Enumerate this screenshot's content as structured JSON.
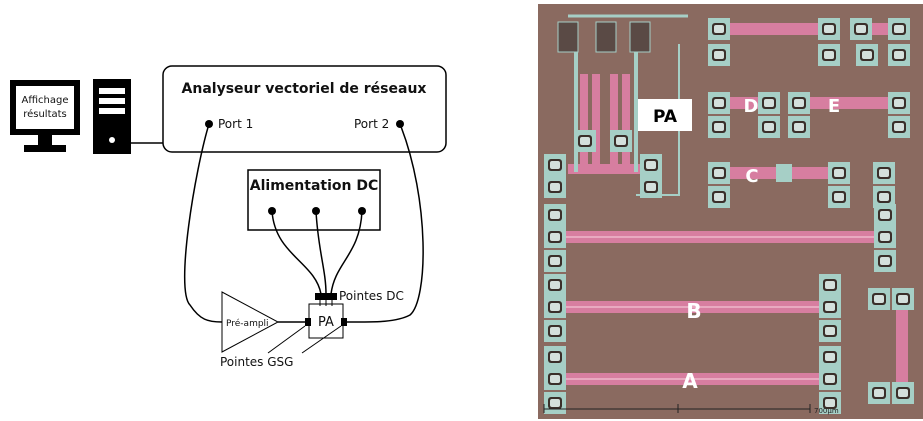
{
  "diagram": {
    "computer": {
      "screen_label": "Affichage résultats"
    },
    "vna": {
      "title": "Analyseur vectoriel de réseaux",
      "port1": "Port 1",
      "port2": "Port 2"
    },
    "dc_supply": {
      "title": "Alimentation DC"
    },
    "dut": {
      "preamp_label": "Pré-ampli",
      "pa_label": "PA",
      "dc_probes_label": "Pointes DC",
      "gsg_probes_label": "Pointes GSG"
    }
  },
  "chip_photo": {
    "labels": {
      "pa": "PA",
      "a": "A",
      "b": "B",
      "c": "C",
      "d": "D",
      "e": "E"
    },
    "scale_bar": "700µm",
    "colors": {
      "substrate": "#8a6a60",
      "trace": "#d77ea0",
      "pad": "#9fc9c0"
    }
  }
}
